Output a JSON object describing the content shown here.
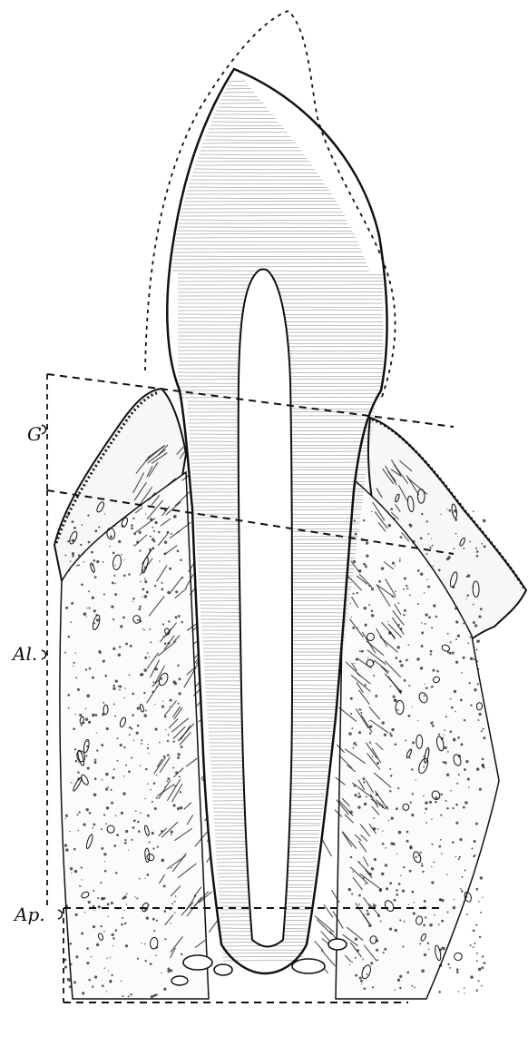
{
  "figure": {
    "labels": {
      "gum": "G",
      "alveolar": "Al.",
      "apical": "Ap."
    },
    "colors": {
      "ink": "#111111",
      "paper": "#ffffff",
      "stipple": "#333333"
    }
  }
}
